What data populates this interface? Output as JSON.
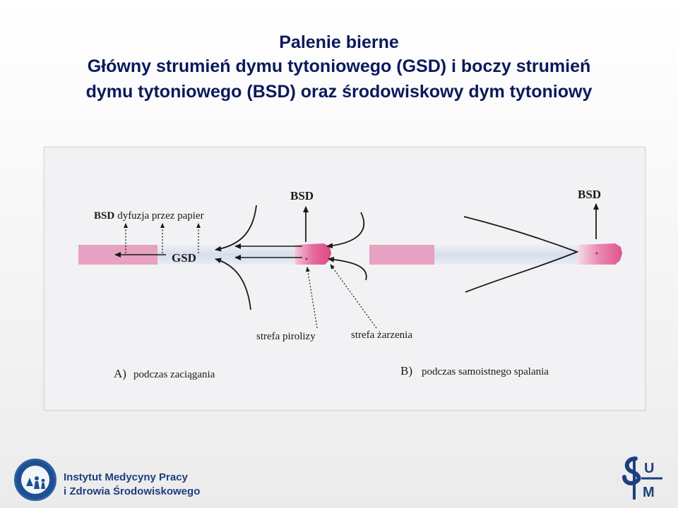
{
  "title": {
    "line1": "Palenie bierne",
    "line2": "Główny strumień dymu tytoniowego (GSD) i boczy strumień",
    "line3": "dymu tytoniowego (BSD) oraz środowiskowy dym tytoniowy"
  },
  "diagram": {
    "a": {
      "bsd_top": "BSD",
      "bsd_diffusion_bold": "BSD",
      "bsd_diffusion_rest": "dyfuzja przez papier",
      "gsd": "GSD",
      "zone_pyrolysis": "strefa pirolizy",
      "zone_glow": "strefa żarzenia",
      "caption_letter": "A)",
      "caption": "podczas zaciągania"
    },
    "b": {
      "bsd_top": "BSD",
      "caption_letter": "B)",
      "caption": "podczas samoistnego spalania"
    },
    "colors": {
      "filter_pink": "#e9a6c4",
      "ember": "#e0528c",
      "paper": "#dfe4f0",
      "ink": "#1a1a1a"
    }
  },
  "footer": {
    "institute_line1": "Instytut Medycyny Pracy",
    "institute_line2": "i Zdrowia Środowiskowego",
    "right_logo_text": "SUM",
    "left_logo_icon": "imp-seal-icon",
    "right_logo_icon": "sum-logo-icon"
  }
}
